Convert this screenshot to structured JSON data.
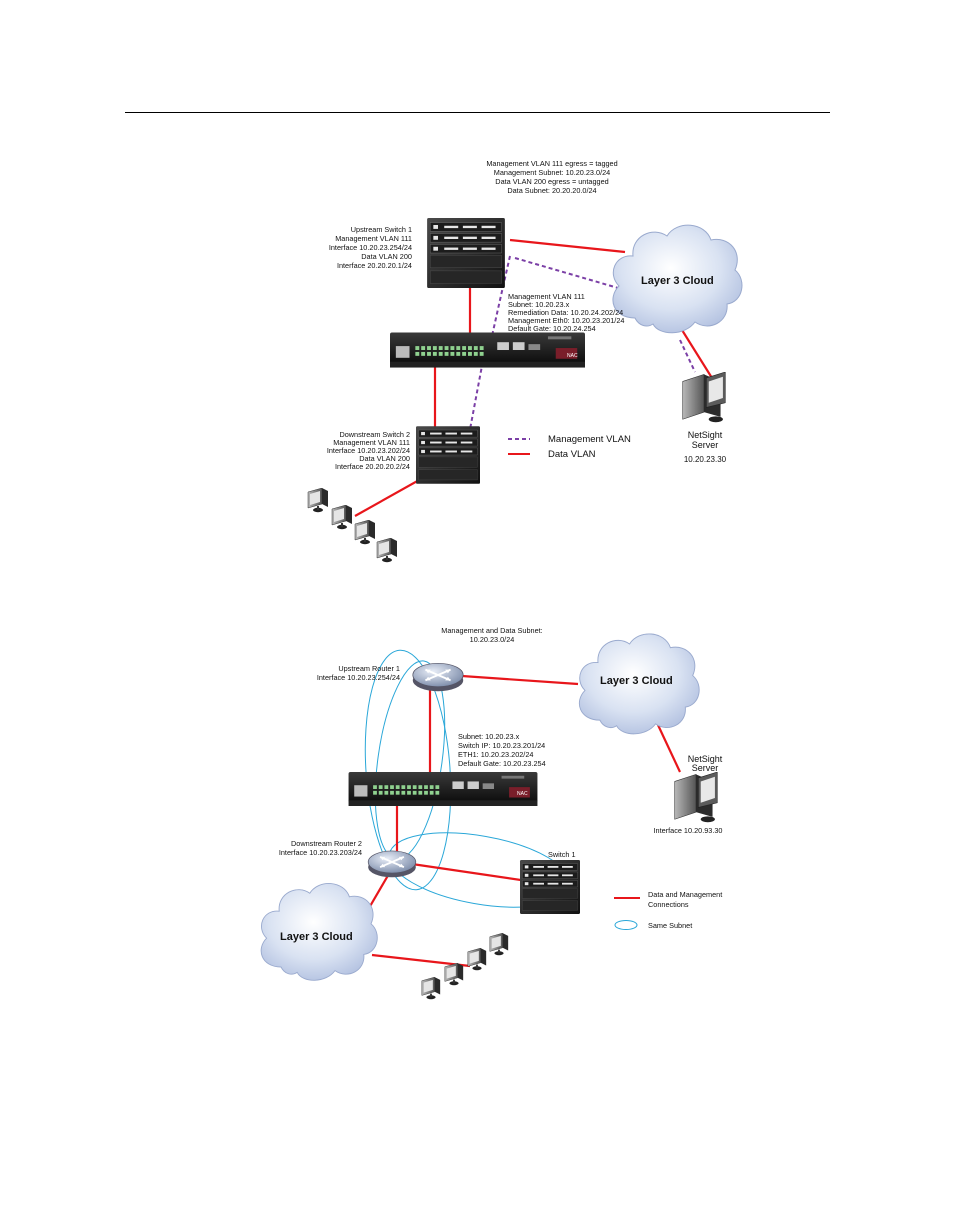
{
  "diagram1": {
    "top_note": [
      "Management VLAN 111 egress = tagged",
      "Management Subnet: 10.20.23.0/24",
      "Data VLAN 200 egress = untagged",
      "Data Subnet: 20.20.20.0/24"
    ],
    "upstream_switch": [
      "Upstream Switch 1",
      "Management VLAN 111",
      "Interface 10.20.23.254/24",
      "Data VLAN 200",
      "Interface 20.20.20.1/24"
    ],
    "nac_info": [
      "Management VLAN 111",
      "Subnet: 10.20.23.x",
      "Remediation Data: 10.20.24.202/24",
      "Management Eth0: 10.20.23.201/24",
      "Default Gate: 10.20.24.254"
    ],
    "downstream_switch": [
      "Downstream Switch 2",
      "Management VLAN 111",
      "Interface 10.20.23.202/24",
      "Data VLAN 200",
      "Interface 20.20.20.2/24"
    ],
    "cloud_label": "Layer 3 Cloud",
    "server_label": [
      "NetSight",
      "Server"
    ],
    "server_ip": "10.20.23.30",
    "legend": [
      {
        "label": "Management VLAN",
        "style": "dashed",
        "color": "#7b3fa6"
      },
      {
        "label": "Data VLAN",
        "style": "solid",
        "color": "#e8161b"
      }
    ],
    "nac_badge": "NAC"
  },
  "diagram2": {
    "top_note": [
      "Management and Data Subnet:",
      "10.20.23.0/24"
    ],
    "upstream_router": [
      "Upstream Router 1",
      "Interface 10.20.23.254/24"
    ],
    "nac_info": [
      "Subnet: 10.20.23.x",
      "Switch IP: 10.20.23.201/24",
      "ETH1: 10.20.23.202/24",
      "Default Gate: 10.20.23.254"
    ],
    "downstream_router": [
      "Downstream Router 2",
      "Interface 10.20.23.203/24"
    ],
    "switch_label": "Switch 1",
    "cloud_label": "Layer 3 Cloud",
    "server_label": [
      "NetSight",
      "Server"
    ],
    "server_ip": "Interface 10.20.93.30",
    "legend": [
      {
        "label": [
          "Data and Management",
          "Connections"
        ],
        "style": "solid",
        "color": "#e8161b"
      },
      {
        "label": [
          "Same Subnet"
        ],
        "style": "ellipse",
        "color": "#2aa7d8"
      }
    ],
    "nac_badge": "NAC"
  },
  "colors": {
    "data_line": "#e8161b",
    "mgmt_line": "#7b3fa6",
    "subnet_ring": "#2aa7d8",
    "cloud": "#c7d3ea"
  }
}
